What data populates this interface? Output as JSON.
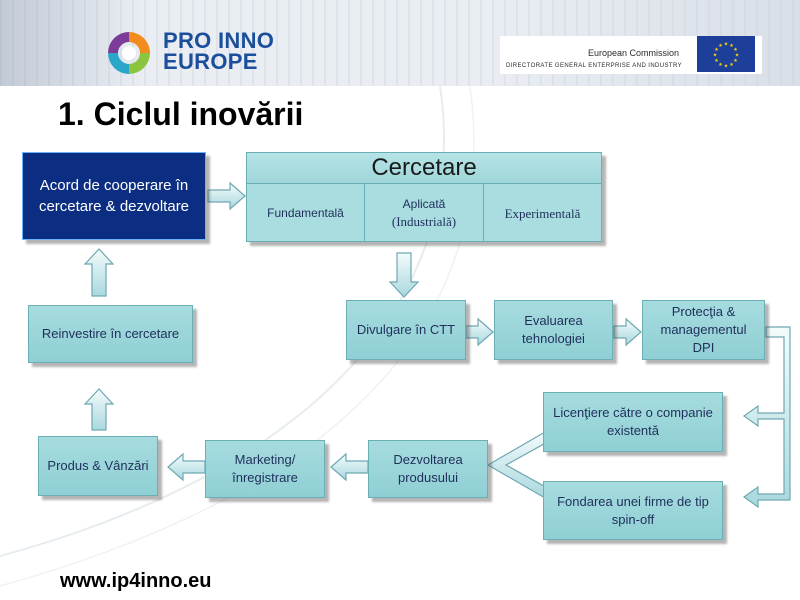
{
  "header": {
    "brand_line1": "PRO INNO",
    "brand_line2": "EUROPE",
    "ec_name": "European Commission",
    "ec_directorate": "DIRECTORATE GENERAL ENTERPRISE AND INDUSTRY"
  },
  "slide": {
    "title": "1. Ciclul inovării",
    "url": "www.ip4inno.eu"
  },
  "diagram": {
    "acord": "Acord de cooperare în  cercetare & dezvoltare",
    "cercetare": {
      "title": "Cercetare",
      "fundamentala": "Fundamentală",
      "aplicata_line1": "Aplicată",
      "aplicata_line2": "(Industrială)",
      "experimentala": "Experimentală"
    },
    "reinvestire": "Reinvestire în cercetare",
    "divulgare": "Divulgare în CTT",
    "evaluarea": "Evaluarea tehnologiei",
    "protectia": "Protecţia & managementul DPI",
    "licentiere": "Licenţiere către o companie existentă",
    "fondarea": "Fondarea unei firme de tip spin-off",
    "dezvoltarea": "Dezvoltarea produsului",
    "marketing": "Marketing/ înregistrare",
    "produs": "Produs & Vânzări"
  },
  "colors": {
    "box_fill": "#9ed6da",
    "dark_box": "#0b2e82",
    "brand_blue": "#1b4f9c",
    "eu_blue": "#1d3f9a",
    "eu_star": "#ffd700"
  }
}
